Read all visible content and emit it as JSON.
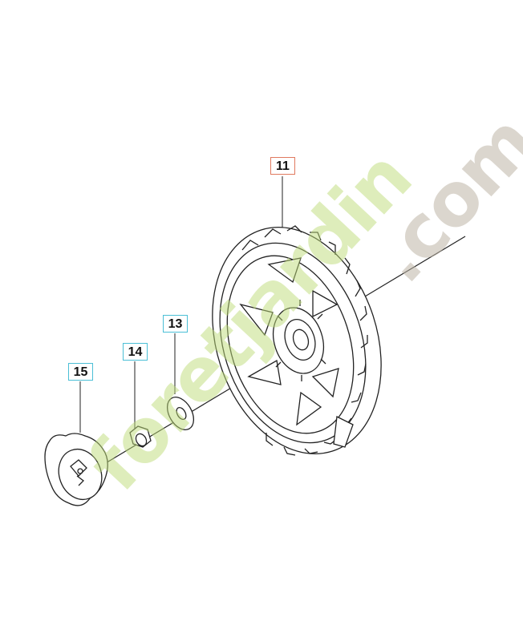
{
  "callouts": {
    "part_11": "11",
    "part_13": "13",
    "part_14": "14",
    "part_15": "15"
  },
  "watermark": {
    "main_text": "foretjardin",
    "domain_text": ".com"
  },
  "colors": {
    "highlight_border": "#e07a5f",
    "standard_border": "#4bbfd6",
    "line_art": "#222222",
    "watermark_green": "#bedc78",
    "watermark_grey": "#beb4a5"
  }
}
